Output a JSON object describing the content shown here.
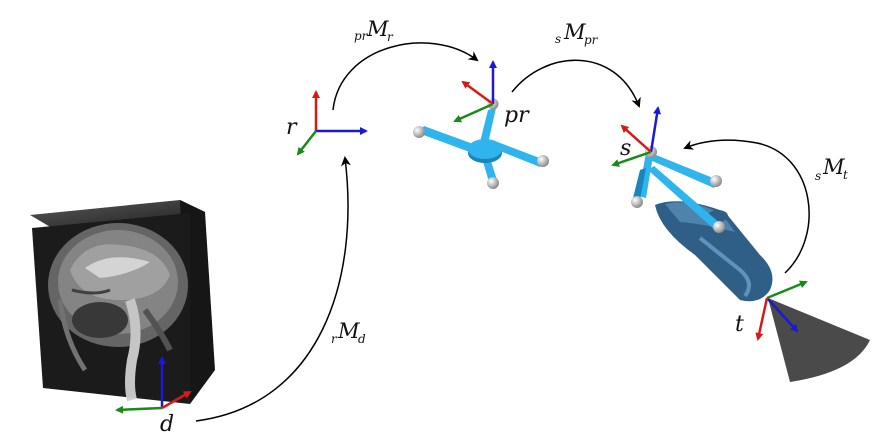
{
  "frames": {
    "r": "r",
    "pr": "pr",
    "s": "s",
    "t": "t",
    "d": "d"
  },
  "transforms": {
    "pr_M_r": {
      "pre": "pr",
      "main": "M",
      "post": "r"
    },
    "s_M_pr": {
      "pre": "s",
      "main": "M",
      "post": "pr"
    },
    "s_M_t": {
      "pre": "s",
      "main": "M",
      "post": "t"
    },
    "r_M_d": {
      "pre": "r",
      "main": "M",
      "post": "d"
    }
  },
  "colors": {
    "x_axis": "#1a1ad6",
    "y_axis": "#d61a1a",
    "z_axis": "#1a8a1a",
    "tracker": "#2fb4ee",
    "tracker_dark": "#1a85bd",
    "marker": "#c9c9c9",
    "probe": "#3a6f99",
    "fan": "#4a4a4a",
    "arrow": "#000000"
  }
}
